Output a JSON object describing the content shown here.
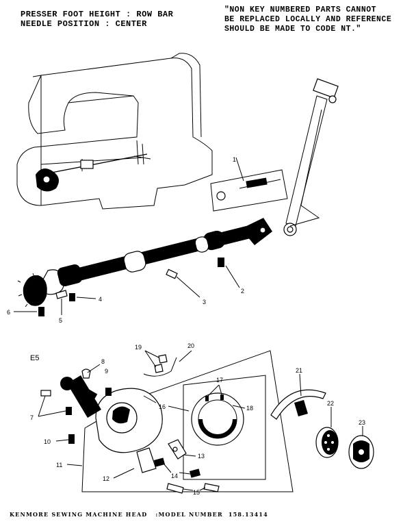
{
  "header": {
    "left_line1": "PRESSER FOOT HEIGHT : ROW BAR",
    "left_line2": "NEEDLE POSITION : CENTER",
    "note_line1": "\"NON KEY NUMBERED PARTS CANNOT",
    "note_line2": "BE REPLACED LOCALLY AND REFERENCE",
    "note_line3": "SHOULD BE MADE TO CODE NT.\""
  },
  "labels": {
    "p1": "1",
    "p2": "2",
    "p3": "3",
    "p4": "4",
    "p5": "5",
    "p6": "6",
    "p7": "7",
    "p8": "8",
    "p9": "9",
    "p10": "10",
    "p11": "11",
    "p12": "12",
    "p13": "13",
    "p14": "14",
    "p15": "15",
    "p16": "16",
    "p17": "17",
    "p18": "18",
    "p19": "19",
    "p20": "20",
    "p21": "21",
    "p22": "22",
    "p23": "23",
    "section": "E5"
  },
  "footer": {
    "title": "KENMORE SEWING MACHINE HEAD",
    "model_label": "MODEL NUMBER",
    "model_number": "158.13414"
  }
}
